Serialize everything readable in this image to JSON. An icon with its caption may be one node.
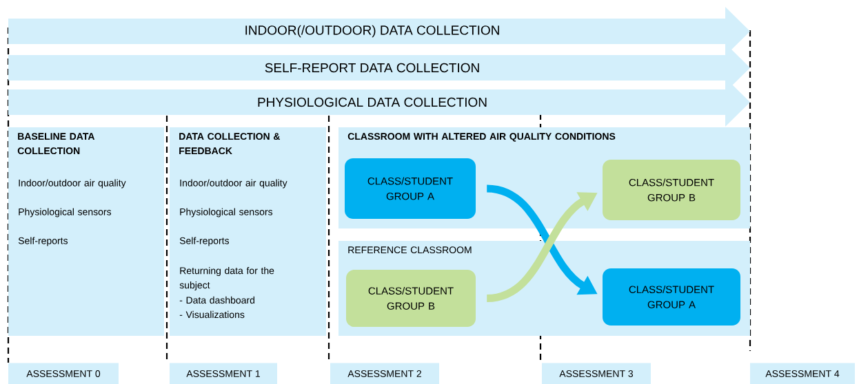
{
  "diagram": {
    "nodes": [
      {
        "text": [
          "INDOOR(/OUTDOOR) DATA COLLECTION"
        ]
      },
      {
        "text": [
          "SELF-REPORT DATA COLLECTION"
        ]
      },
      {
        "text": [
          "PHYSIOLOGICAL DATA COLLECTION"
        ]
      },
      {
        "text": [
          "BASELINE DATA COLLECTION",
          "Indoor/outdoor air quality",
          "Physiological sensors",
          "Self-reports"
        ]
      },
      {
        "text": [
          "DATA COLLECTION & FEEDBACK",
          "Indoor/outdoor air quality",
          "Physiological sensors",
          "Self-reports",
          "Returning data for the subject",
          "- Data dashboard",
          "- Visualizations"
        ]
      },
      {
        "text": [
          "CLASSROOM WITH ALTERED AIR QUALITY CONDITIONS"
        ]
      },
      {
        "text": [
          "CLASS/STUDENT GROUP A"
        ],
        "in": 5
      },
      {
        "text": [
          "CLASS/STUDENT GROUP B"
        ],
        "in": 5
      },
      {
        "text": [
          "REFERENCE CLASSROOM"
        ]
      },
      {
        "text": [
          "CLASS/STUDENT GROUP B"
        ],
        "in": 8
      },
      {
        "text": [
          "CLASS/STUDENT GROUP A"
        ],
        "in": 8
      },
      {
        "text": [
          "ASSESSMENT 0"
        ]
      },
      {
        "text": [
          "ASSESSMENT 1"
        ]
      },
      {
        "text": [
          "ASSESSMENT 2"
        ]
      },
      {
        "text": [
          "ASSESSMENT 3"
        ]
      },
      {
        "text": [
          "ASSESSMENT 4"
        ]
      }
    ],
    "edges": [
      {
        "from": 6,
        "to": 10,
        "arrow": "to",
        "color": "#00b0f0"
      },
      {
        "from": 9,
        "to": 7,
        "arrow": "to",
        "color": "#c3e09b"
      }
    ]
  }
}
